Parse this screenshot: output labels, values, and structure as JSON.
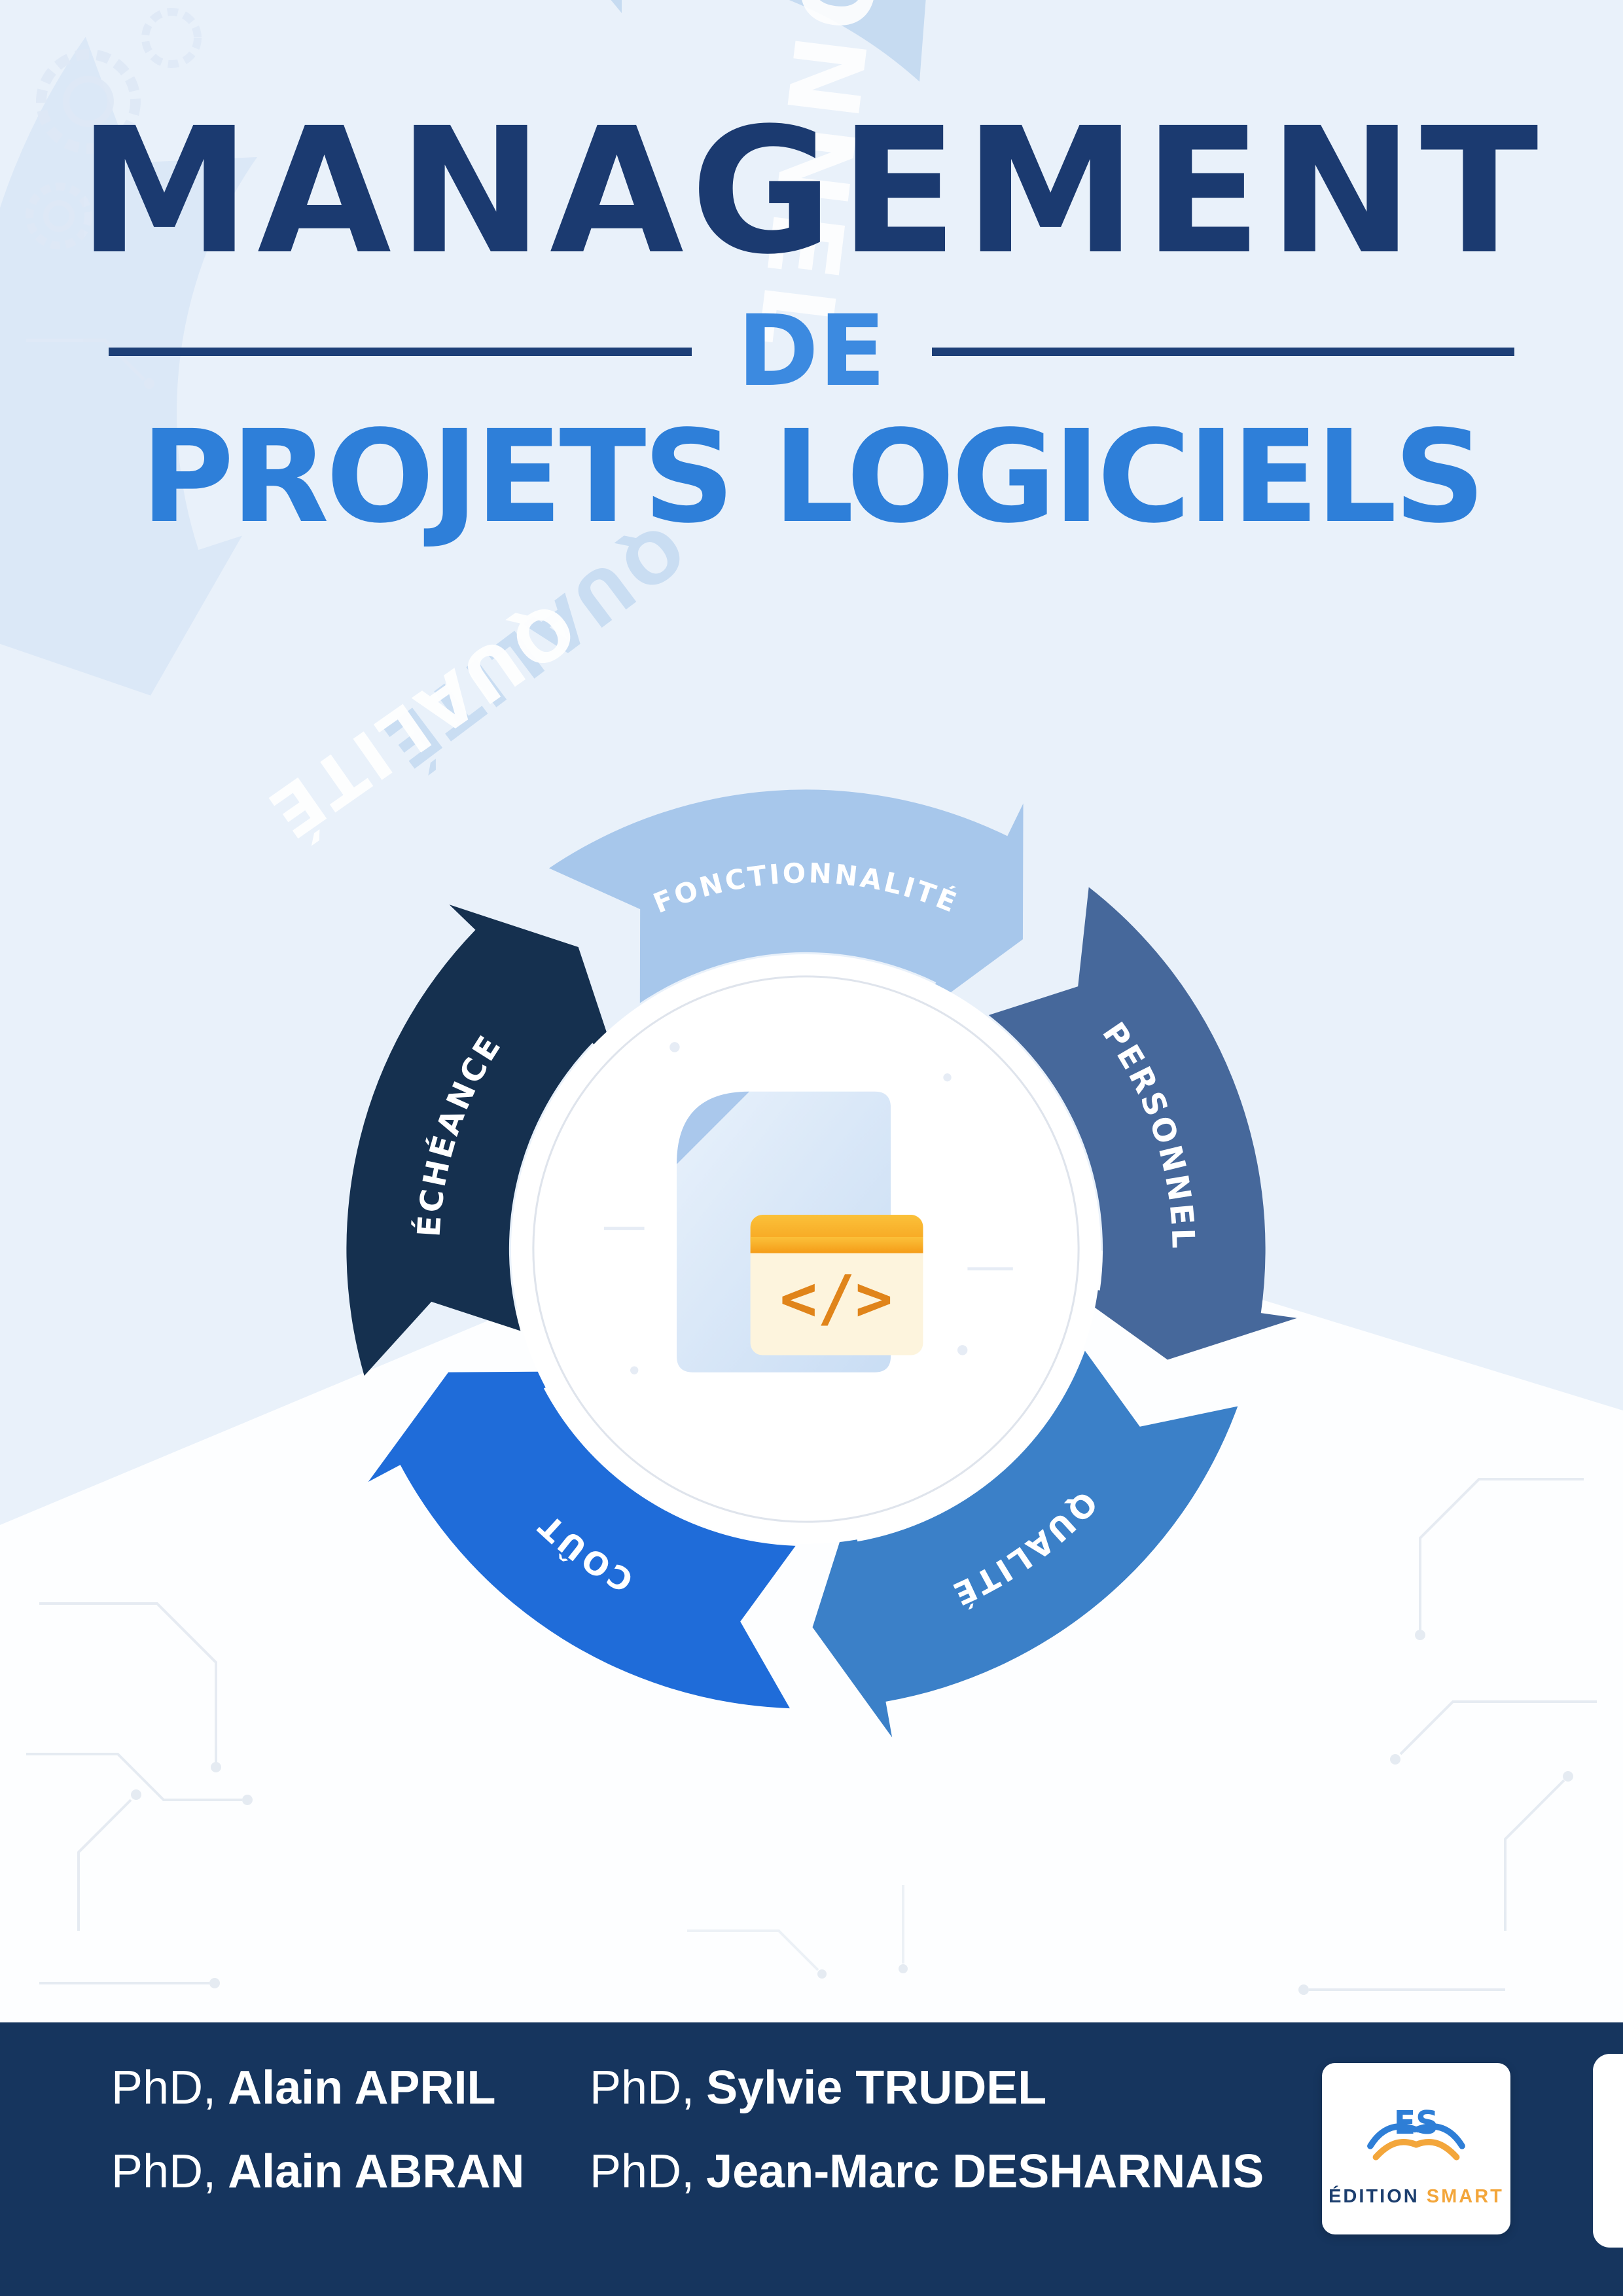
{
  "title": {
    "line1": "MANAGEMENT",
    "connector": "DE",
    "line2": "PROJETS LOGICIELS"
  },
  "diagram": {
    "center_icon": "code-file-icon",
    "code_glyph": "</>",
    "segments": [
      {
        "label": "FONCTIONNALITÉ",
        "color": "#a7c7eb"
      },
      {
        "label": "PERSONNEL",
        "color": "#46689b"
      },
      {
        "label": "QUALITÉ",
        "color": "#3b80c8"
      },
      {
        "label": "COÛT",
        "color": "#1f6cd9"
      },
      {
        "label": "ÉCHÉANCE",
        "color": "#15304f"
      }
    ]
  },
  "watermark": {
    "words": [
      "PERSONNEL",
      "QUALITÉ",
      "QUALITÉ"
    ]
  },
  "authors": [
    {
      "prefix": "PhD,",
      "name": "Alain APRIL"
    },
    {
      "prefix": "PhD,",
      "name": "Sylvie TRUDEL"
    },
    {
      "prefix": "PhD,",
      "name": "Alain ABRAN"
    },
    {
      "prefix": "PhD,",
      "name": "Jean-Marc DESHARNAIS"
    }
  ],
  "publisher": {
    "monogram": "ES",
    "name_primary": "ÉDITION",
    "name_accent": "SMART"
  },
  "colors": {
    "title_navy": "#1b3a70",
    "title_blue": "#2e7fd9",
    "footer_navy": "#16355e",
    "accent_orange": "#f3a63b",
    "background": "#e9f1fa"
  }
}
